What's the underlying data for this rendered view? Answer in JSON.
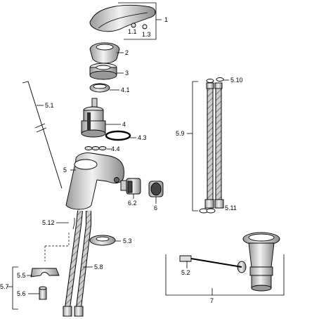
{
  "labels": {
    "p1": "1",
    "p1_1": "1.1",
    "p1_3": "1.3",
    "p2": "2",
    "p3": "3",
    "p4_1": "4.1",
    "p5_1": "5.1",
    "p4": "4",
    "p4_3": "4.3",
    "p4_4": "4.4",
    "p5": "5",
    "p6_2": "6.2",
    "p6": "6",
    "p5_12": "5.12",
    "p5_3": "5.3",
    "p5_8": "5.8",
    "p5_5": "5.5",
    "p5_7": "5.7",
    "p5_6": "5.6",
    "p5_10": "5.10",
    "p5_9": "5.9",
    "p5_11": "5.11",
    "p5_2": "5.2",
    "p7": "7"
  }
}
